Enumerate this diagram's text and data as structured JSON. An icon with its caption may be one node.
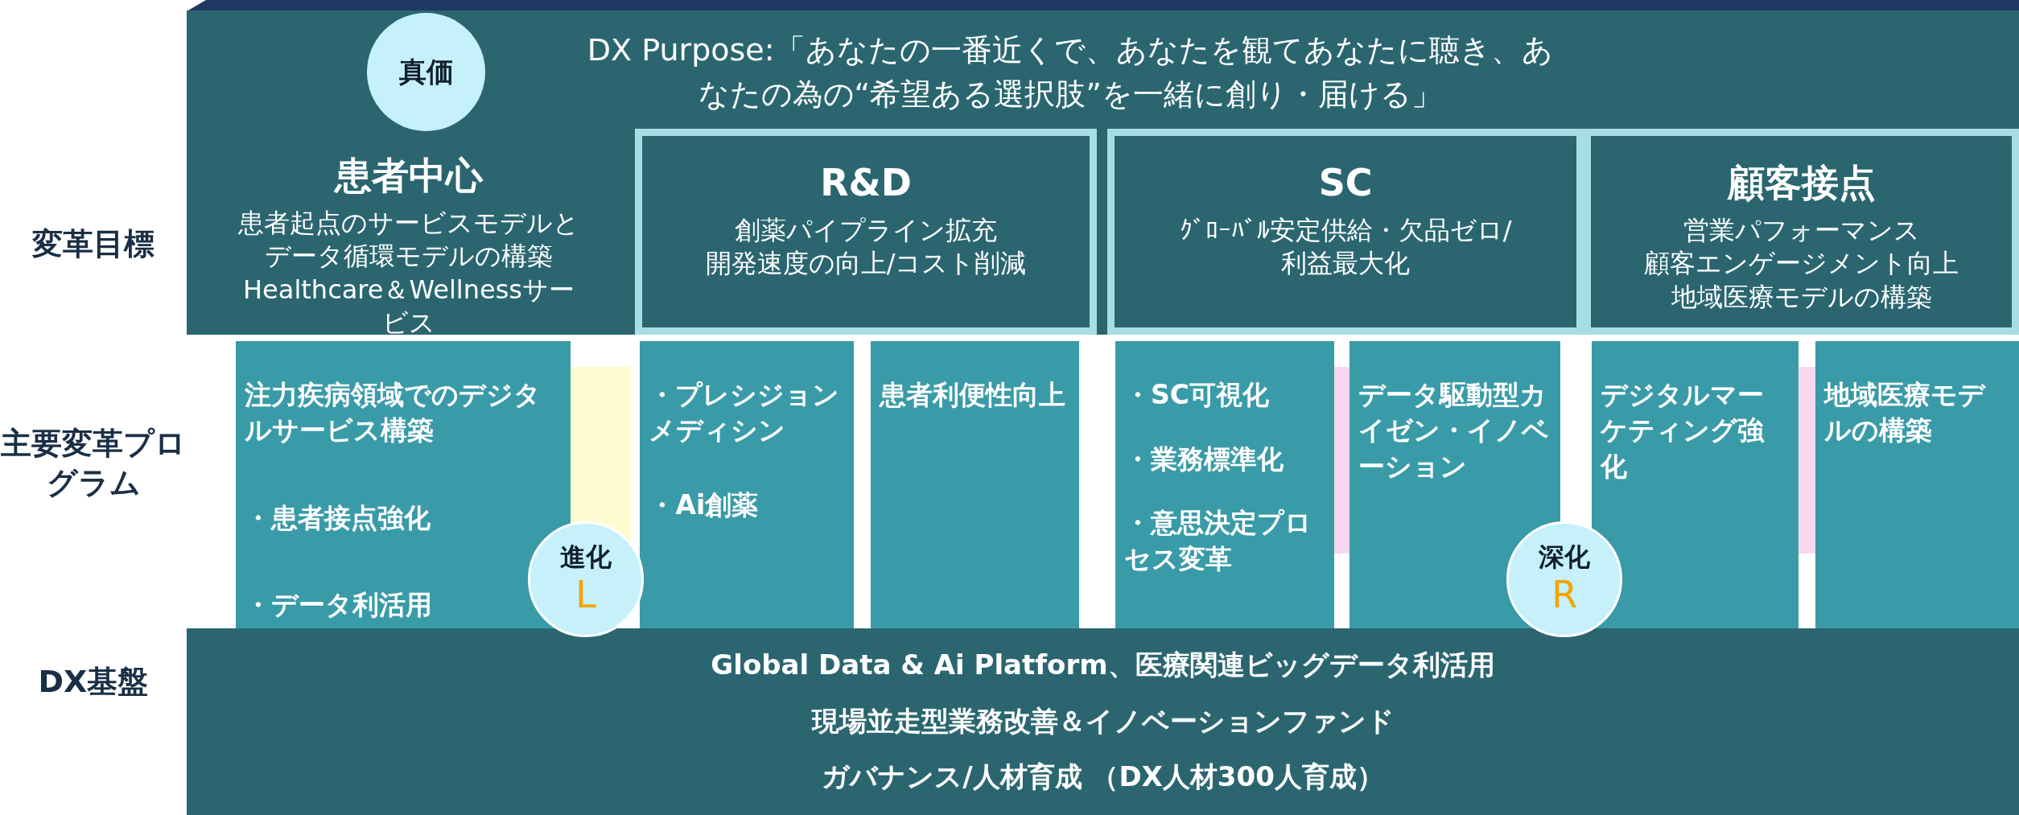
{
  "diagram": {
    "nodes": [
      {
        "text": [
          "DX Purpose:「あなたの一番近くで、あなたを観てあなたに聴き、あなたの為の“希望ある選択肢”を一緒に創り・届ける」"
        ]
      },
      {
        "text": [
          "真価"
        ],
        "in": 0
      },
      {
        "text": [
          "患者中心",
          "患者起点のサービスモデルとデータ循環モデルの構築",
          "Healthcare＆Wellnessサービス"
        ],
        "in": 0
      },
      {
        "text": [
          "R&D",
          "創薬パイプライン拡充",
          "開発速度の向上/コスト削減"
        ],
        "in": 0
      },
      {
        "text": [
          "SC",
          "ｸﾞﾛｰﾊﾞﾙ安定供給・欠品ゼロ/",
          "利益最大化"
        ],
        "in": 0
      },
      {
        "text": [
          "顧客接点",
          "営業パフォーマンス",
          "顧客エンゲージメント向上",
          "地域医療モデルの構築"
        ],
        "in": 0
      },
      {
        "text": [
          "注力疾病領域でのデジタルサービス構築",
          "・患者接点強化",
          "・データ利活用"
        ]
      },
      {
        "text": [
          "・プレシジョンメディシン",
          "・Ai創薬"
        ]
      },
      {
        "text": [
          "患者利便性向上"
        ]
      },
      {
        "text": [
          "・SC可視化",
          "・業務標準化",
          "・意思決定プロセス変革"
        ]
      },
      {
        "text": [
          "データ駆動型カイゼン・イノベーション"
        ]
      },
      {
        "text": [
          "デジタルマーケティング強化"
        ]
      },
      {
        "text": [
          "地域医療モデルの構築"
        ]
      },
      {
        "text": [
          "進化",
          "L"
        ]
      },
      {
        "text": [
          "深化",
          "R"
        ]
      },
      {
        "text": [
          "Global Data & Ai Platform、医療関連ビッグデータ利活用",
          "現場並走型業務改善＆イノベーションファンド",
          "ガバナンス/人材育成 （DX人材300人育成）"
        ]
      }
    ],
    "edges": [],
    "labels": [
      "変革目標",
      "主要変革プログラム",
      "DX基盤"
    ]
  }
}
